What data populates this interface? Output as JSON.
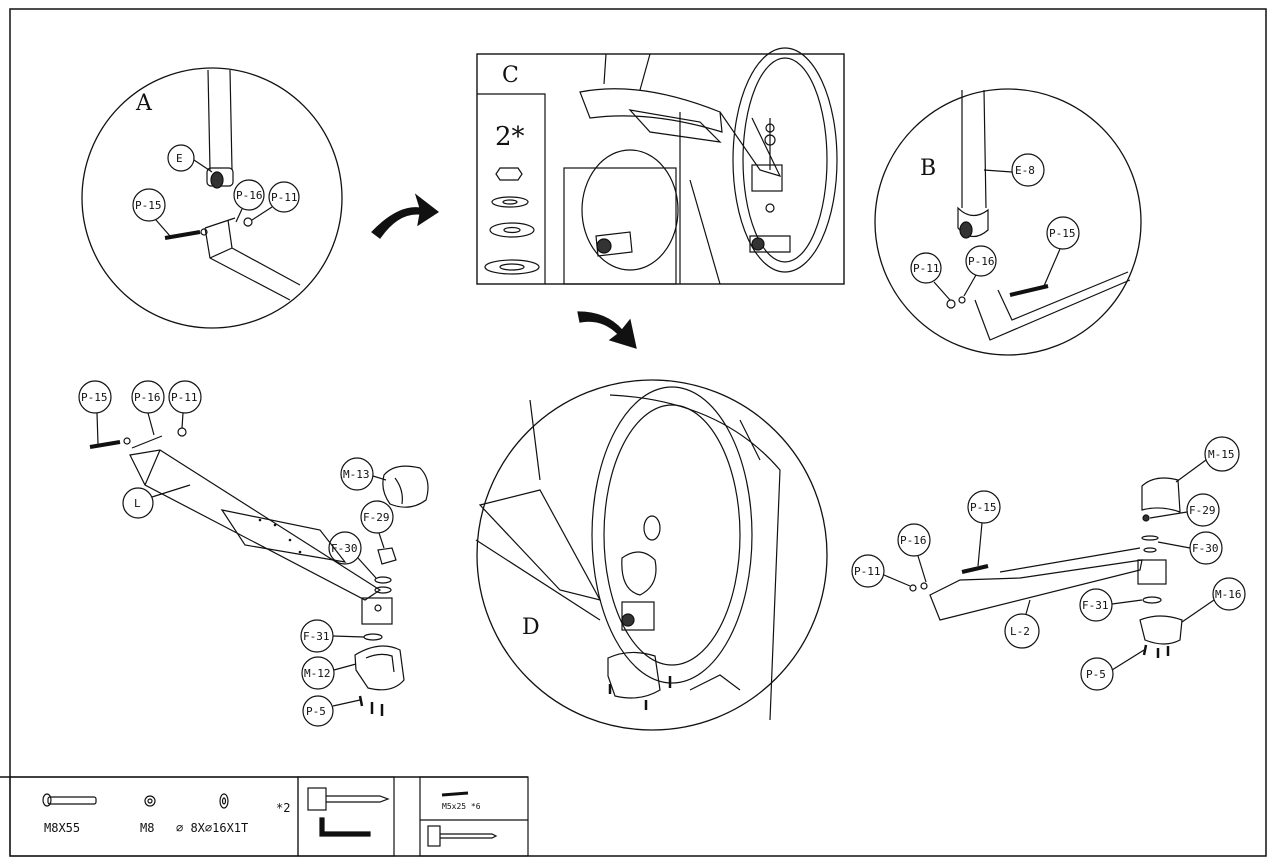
{
  "panels": {
    "A": {
      "letter": "A",
      "labels": {
        "e": "E",
        "p15": "P-15",
        "p16": "P-16",
        "p11": "P-11"
      }
    },
    "B": {
      "letter": "B",
      "labels": {
        "e8": "E-8",
        "p15": "P-15",
        "p11": "P-11",
        "p16": "P-16"
      }
    },
    "C": {
      "letter": "C",
      "qty": "2*"
    },
    "D": {
      "letter": "D"
    }
  },
  "left_assembly": {
    "labels": {
      "p15": "P-15",
      "p16": "P-16",
      "p11": "P-11",
      "l": "L",
      "m13": "M-13",
      "f29": "F-29",
      "f30": "F-30",
      "f31": "F-31",
      "m12": "M-12",
      "p5": "P-5"
    }
  },
  "right_assembly": {
    "labels": {
      "m15": "M-15",
      "p15": "P-15",
      "f29": "F-29",
      "p16": "P-16",
      "f30": "F-30",
      "p11": "P-11",
      "f31": "F-31",
      "m16": "M-16",
      "l2": "L-2",
      "p5": "P-5"
    }
  },
  "hardware": {
    "bolt": "M8X55",
    "nut": "M8",
    "washer": "⌀ 8X⌀16X1T",
    "qty": "*2",
    "screw": "M5x25 *6"
  },
  "colors": {
    "line": "#111111",
    "bg": "#ffffff"
  }
}
